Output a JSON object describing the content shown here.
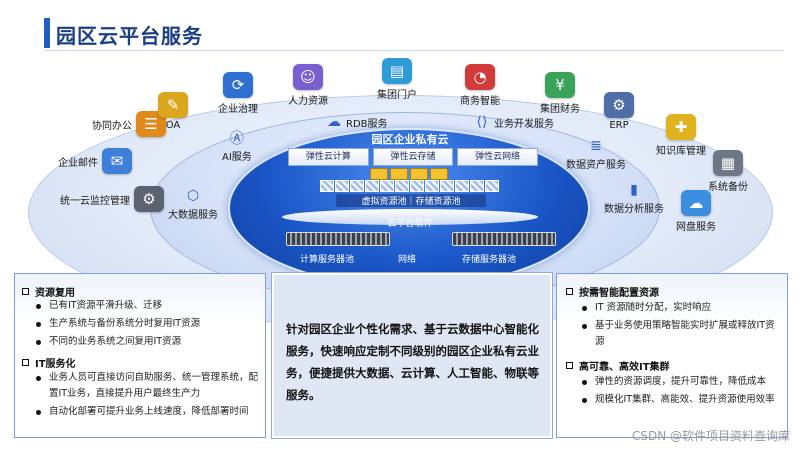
{
  "title": "园区云平台服务",
  "outer_ring": [
    {
      "label": "企业邮件",
      "icon": "email-icon",
      "color": "#3d7fd9"
    },
    {
      "label": "协同办公",
      "icon": "collaboration-icon",
      "color": "#e08a1e"
    },
    {
      "label": "OA",
      "icon": "oa-icon",
      "color": "#d9a61e"
    },
    {
      "label": "企业治理",
      "icon": "governance-icon",
      "color": "#2f6fd1"
    },
    {
      "label": "人力资源",
      "icon": "hr-icon",
      "color": "#7a5fd0"
    },
    {
      "label": "集团门户",
      "icon": "portal-icon",
      "color": "#2e9ad6"
    },
    {
      "label": "商务智能",
      "icon": "bi-icon",
      "color": "#d33a3a"
    },
    {
      "label": "集团财务",
      "icon": "finance-icon",
      "color": "#3aa35a"
    },
    {
      "label": "ERP",
      "icon": "erp-icon",
      "color": "#4f6ea8"
    },
    {
      "label": "知识库管理",
      "icon": "knowledge-icon",
      "color": "#e0b21e"
    },
    {
      "label": "系统备份",
      "icon": "backup-icon",
      "color": "#6d7785"
    },
    {
      "label": "网盘服务",
      "icon": "cloud-drive-icon",
      "color": "#3b8ee0"
    },
    {
      "label": "统一云监控管理",
      "icon": "monitor-icon",
      "color": "#5b6270"
    }
  ],
  "middle_ring": {
    "ai": "AI服务",
    "rdb": "RDB服务",
    "dev": "业务开发服务",
    "data_assets": "数据资产服务",
    "big_data": "大数据服务",
    "analytics": "数据分析服务"
  },
  "core": {
    "title": "园区企业私有云",
    "elastic": [
      "弹性云计算",
      "弹性云存储",
      "弹性云网络"
    ],
    "pool": "虚拟资源池｜存储资源池",
    "software": "云平台软件",
    "bottom": [
      "计算服务器池",
      "网络",
      "存储服务器池"
    ]
  },
  "left_panel": {
    "sections": [
      {
        "title": "资源复用",
        "items": [
          "已有IT资源平滑升级、迁移",
          "生产系统与备份系统分时复用IT资源",
          "不同的业务系统之间复用IT资源"
        ]
      },
      {
        "title": "IT服务化",
        "items": [
          "业务人员可直接访问自助服务、统一管理系统，配置IT业务，直接提升用户最终生产力",
          "自动化部署可提升业务上线速度，降低部署时间"
        ]
      }
    ]
  },
  "mid_panel": {
    "text": "针对园区企业个性化需求、基于云数据中心智能化服务，快速响应定制不同级别的园区企业私有云业务，便捷提供大数据、云计算、人工智能、物联等服务。"
  },
  "right_panel": {
    "sections": [
      {
        "title": "按需智能配置资源",
        "items": [
          "IT 资源随时分配，实时响应",
          "基于业务使用策略智能实时扩展或释放IT资源"
        ]
      },
      {
        "title": "高可靠、高效IT集群",
        "items": [
          "弹性的资源调度，提升可靠性，降低成本",
          "规模化IT集群、高能效、提升资源使用效率"
        ]
      }
    ]
  },
  "watermark": "CSDN @软件项目资料查询库"
}
